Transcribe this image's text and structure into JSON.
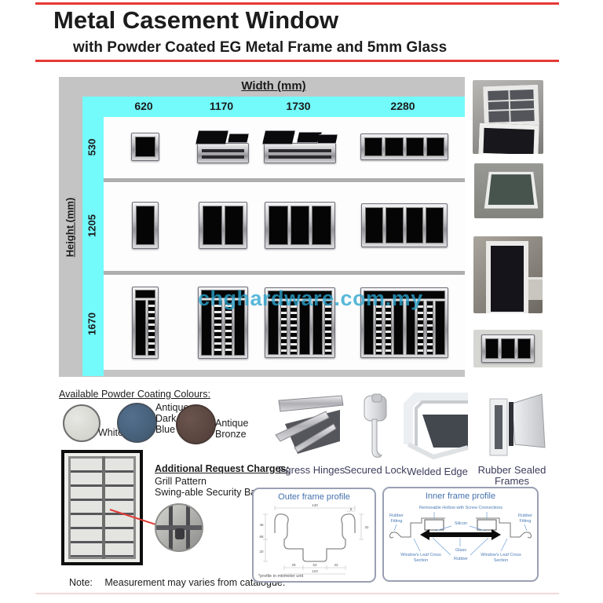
{
  "palette": {
    "accent_red": "#e53935",
    "header_cyan": "#73fafa",
    "table_gray": "#c4c4c4",
    "watermark_blue": "#29a4ce",
    "feature_label_navy": "#3d3d5c",
    "profile_blue": "#4470ad"
  },
  "header": {
    "title": "Metal Casement Window",
    "subtitle": "with Powder Coated EG Metal Frame and 5mm Glass"
  },
  "size_chart": {
    "width_axis_label": "Width (mm)",
    "height_axis_label": "Height (mm)",
    "widths": [
      "620",
      "1170",
      "1730",
      "2280"
    ],
    "heights": [
      "530",
      "1205",
      "1670"
    ],
    "panels_per_width": {
      "620": 1,
      "1170": 2,
      "1730": 3,
      "2280": 4
    }
  },
  "watermark": "chghardware.com.my",
  "colours": {
    "title": "Available Powder Coating Colours:",
    "swatches": [
      {
        "name": "White",
        "hex": "#dbdbd7"
      },
      {
        "name": "Antique Dark Blue",
        "hex": "#47607a"
      },
      {
        "name": "Antique Bronze",
        "hex": "#5e4a44"
      }
    ]
  },
  "features": [
    {
      "label": "Egress Hinges"
    },
    {
      "label": "Secured Lock"
    },
    {
      "label": "Welded Edge"
    },
    {
      "label": "Rubber Sealed Frames"
    }
  ],
  "additional": {
    "title": "Additional Request Charges:",
    "item1": "Grill Pattern",
    "item2": "Swing-able Security Bar"
  },
  "note": {
    "label": "Note:",
    "text": "Measurement may varies from catalogue."
  },
  "profiles": {
    "outer": {
      "title": "Outer frame profile",
      "footnote": "*profile in milimeter unit",
      "dims": {
        "top_width": "140",
        "rim": "6",
        "right_height": "32",
        "left_upper": "48",
        "left_total": "68",
        "left_lower": "20",
        "bottom_left": "28",
        "bottom_mid": "53",
        "bottom_right": "42",
        "bottom_total": "123"
      }
    },
    "inner": {
      "title": "Inner frame profile",
      "labels": {
        "removable": "Removable Hollow with Screw Connections",
        "silicon": "Silicon",
        "glass": "Glass",
        "rubber": "Rubber",
        "rubber_fitting": "Rubber Fitting",
        "leaf_section": "Window's Leaf Cross Section"
      }
    }
  }
}
